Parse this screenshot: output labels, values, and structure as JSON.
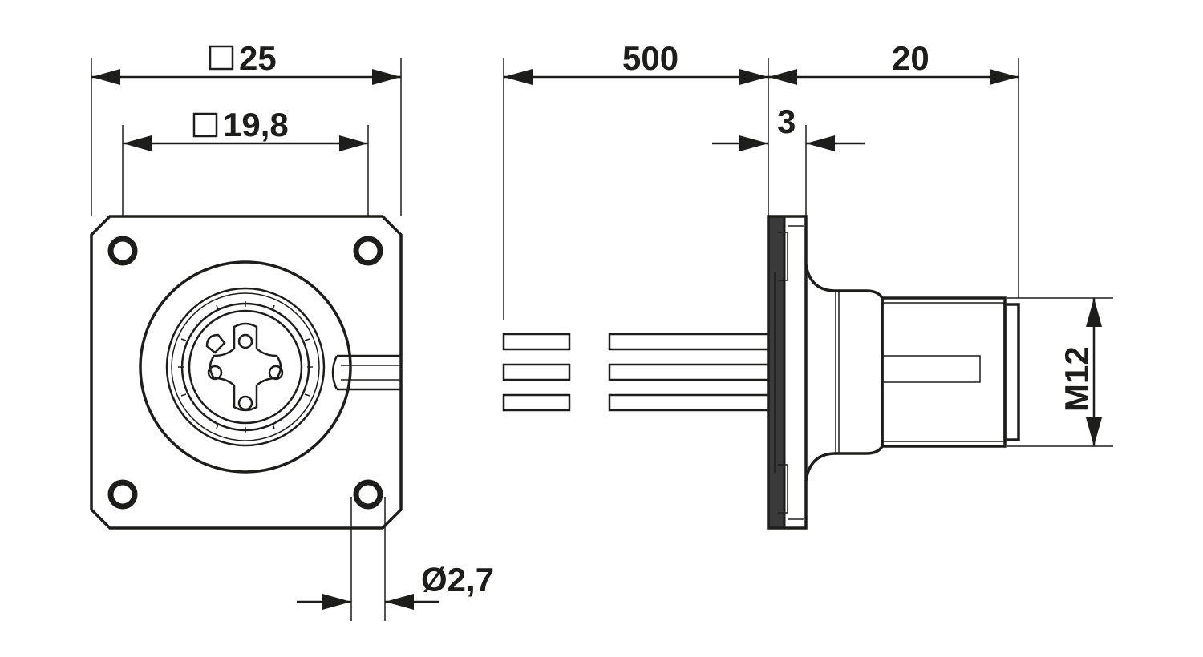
{
  "dimensions": {
    "square_25": "25",
    "square_19_8": "19,8",
    "diameter_2_7": "Ø2,7",
    "cable_length": "500",
    "overall_length": "20",
    "flange_thickness": "3",
    "thread": "M12"
  },
  "icons": {
    "square_symbol": "square-icon"
  },
  "colors": {
    "line": "#1d1d1b",
    "background": "#ffffff",
    "gasket_fill": "#3a3a3a"
  }
}
